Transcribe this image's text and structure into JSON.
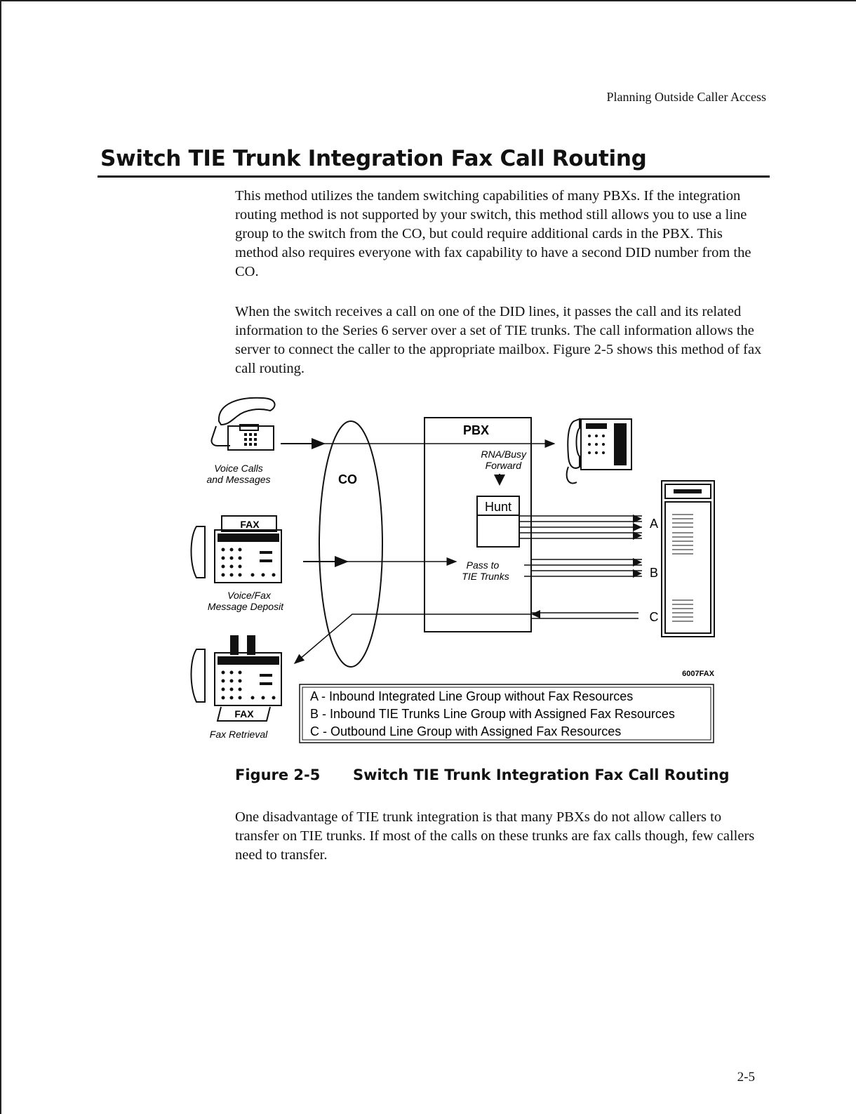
{
  "header": {
    "running_title": "Planning Outside Caller Access"
  },
  "section": {
    "title": "Switch TIE Trunk Integration Fax Call Routing"
  },
  "paragraphs": [
    "This method utilizes the tandem switching capabilities of many PBXs.  If the integration routing method is not supported by your switch, this method still allows you to use a line group to the switch from the CO, but could require additional cards in the PBX.  This method also requires everyone with fax capability to have a second DID number from the CO.",
    "When the switch receives a call on one of the DID lines, it passes the call and its related information to the Series 6 server over a set of TIE trunks.  The call information allows the server to connect the caller to the appropriate mailbox. Figure 2-5 shows this method of fax call routing.",
    "One disadvantage of TIE trunk integration is that many PBXs do not allow callers to transfer on TIE trunks.  If most of the calls on these trunks are fax calls though, few callers need to transfer."
  ],
  "diagram": {
    "voice_label_1": "Voice Calls",
    "voice_label_2": "and Messages",
    "co_label": "CO",
    "pbx_label": "PBX",
    "rna_label_1": "RNA/Busy",
    "rna_label_2": "Forward",
    "hunt_label": "Hunt",
    "pass_label_1": "Pass to",
    "pass_label_2": "TIE Trunks",
    "fax_label_top": "FAX",
    "fax_label_bottom": "FAX",
    "deposit_label_1": "Voice/Fax",
    "deposit_label_2": "Message Deposit",
    "retrieval_label": "Fax Retrieval",
    "trunk_a": "A",
    "trunk_b": "B",
    "trunk_c": "C",
    "figure_code": "6007FAX",
    "legend": [
      "A - Inbound Integrated Line Group without Fax Resources",
      "B - Inbound TIE Trunks Line Group with Assigned Fax Resources",
      "C - Outbound Line Group with Assigned Fax Resources"
    ]
  },
  "figure": {
    "number": "Figure 2-5",
    "title": "Switch TIE Trunk Integration Fax Call Routing"
  },
  "footer": {
    "page_number": "2-5"
  }
}
